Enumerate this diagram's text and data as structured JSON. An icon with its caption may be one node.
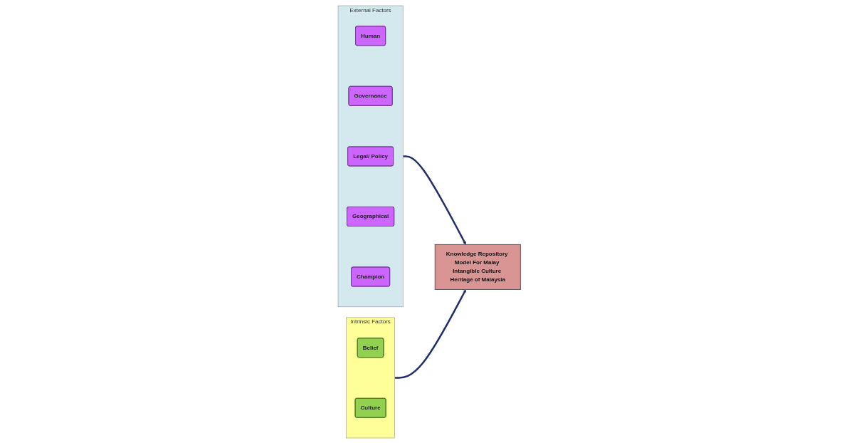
{
  "diagram": {
    "nodes": [
      {
        "text": [
          "External Factors"
        ]
      },
      {
        "text": [
          "Human"
        ],
        "in": 0
      },
      {
        "text": [
          "Governance"
        ],
        "in": 0
      },
      {
        "text": [
          "Legal/ Policy"
        ],
        "in": 0
      },
      {
        "text": [
          "Geographical"
        ],
        "in": 0
      },
      {
        "text": [
          "Champion"
        ],
        "in": 0
      },
      {
        "text": [
          "Knowledge Repository Model For Malay Intangible Culture Heritage of Malaysia"
        ]
      },
      {
        "text": [
          "Intrinsic Factors"
        ]
      },
      {
        "text": [
          "Belief"
        ],
        "in": 7
      },
      {
        "text": [
          "Culture"
        ],
        "in": 7
      }
    ],
    "edges": [
      {
        "from": 0,
        "to": 6,
        "arrow": "to"
      },
      {
        "from": 7,
        "to": 6,
        "arrow": "to"
      }
    ]
  }
}
